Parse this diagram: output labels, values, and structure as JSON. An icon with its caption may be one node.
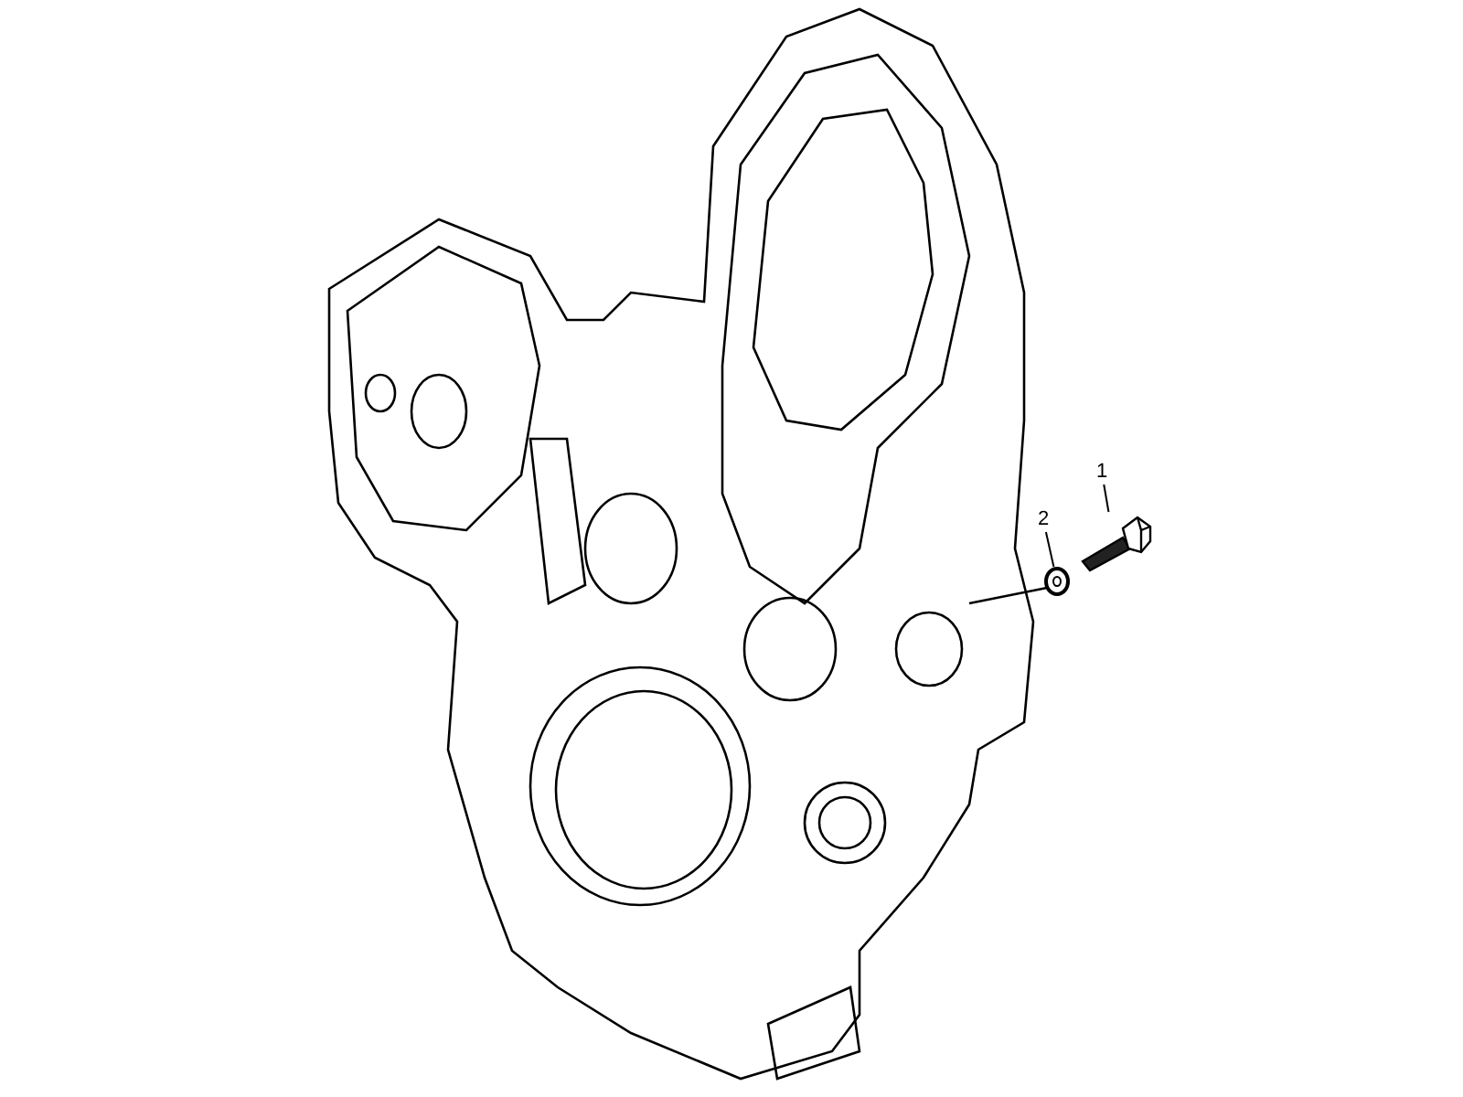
{
  "diagram": {
    "nodes": [
      {
        "text": [
          "1"
        ]
      },
      {
        "text": [
          "2"
        ]
      },
      {
        "text": [],
        "shape": "picture"
      },
      {
        "text": [],
        "shape": "picture"
      }
    ],
    "edges": [
      {
        "from": 0,
        "to": 2,
        "arrow": "none"
      },
      {
        "from": 1,
        "to": 3,
        "arrow": "none"
      }
    ]
  }
}
